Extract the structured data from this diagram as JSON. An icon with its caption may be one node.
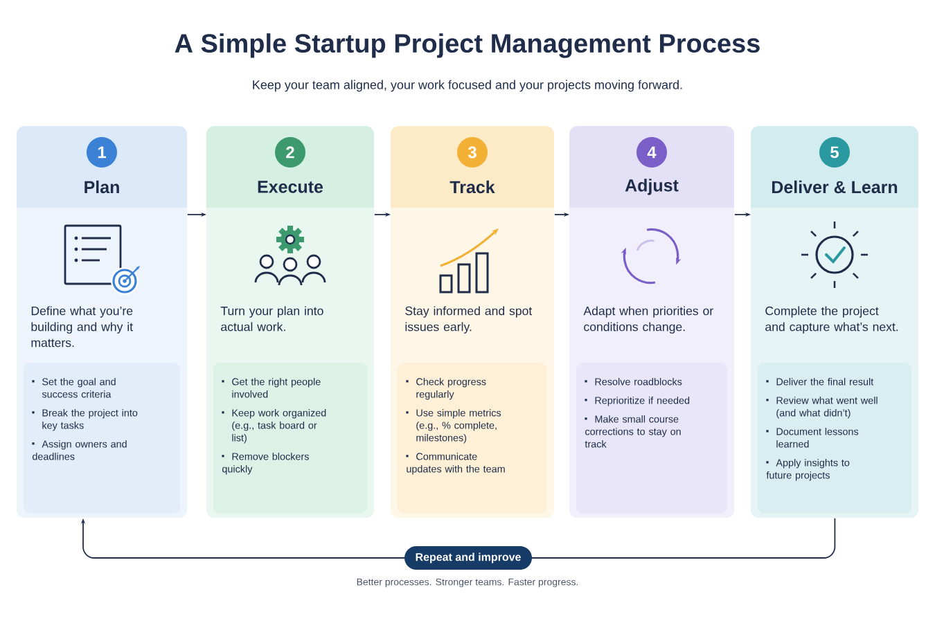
{
  "diagram": {
    "title": "A Simple Startup Project Management Process",
    "nodes": [
      {
        "text": [
          "Plan",
          "Define what you’re building and why it matters."
        ]
      },
      {
        "text": [
          "1"
        ],
        "in": 0
      },
      {
        "text": [
          "Set the goal and success criteria",
          "Break the project into key tasks",
          "Assign owners and deadlines"
        ],
        "in": 0
      },
      {
        "text": [
          "Execute",
          "Turn your plan into actual work."
        ]
      },
      {
        "text": [
          "2"
        ],
        "in": 3
      },
      {
        "text": [
          "Get the right people involved",
          "Keep work organized (e.g., task board or list)",
          "Remove blockers quickly"
        ],
        "in": 3
      },
      {
        "text": [
          "Track",
          "Stay informed and spot issues early."
        ]
      },
      {
        "text": [
          "3"
        ],
        "in": 6
      },
      {
        "text": [
          "Check progress regularly",
          "Use simple metrics (e.g., % complete, milestones)",
          "Communicate updates with the team"
        ],
        "in": 6
      },
      {
        "text": [
          "Adjust",
          "Adapt when priorities or conditions change."
        ]
      },
      {
        "text": [
          "4"
        ],
        "in": 9
      },
      {
        "text": [
          "Resolve roadblocks",
          "Reprioritize if needed",
          "Make small course corrections to stay on track"
        ],
        "in": 9
      },
      {
        "text": [
          "Deliver & Learn",
          "Complete the project and capture what’s next."
        ]
      },
      {
        "text": [
          "5"
        ],
        "in": 12
      },
      {
        "text": [
          "Deliver the final result",
          "Review what went well (and what didn’t)",
          "Document lessons learned",
          "Apply insights to future projects"
        ],
        "in": 12
      }
    ],
    "edges": [
      {
        "from": 0,
        "to": 3,
        "arrow": "to"
      },
      {
        "from": 3,
        "to": 6,
        "arrow": "to"
      },
      {
        "from": 6,
        "to": 9,
        "arrow": "to"
      },
      {
        "from": 9,
        "to": 12,
        "arrow": "to"
      },
      {
        "from": 12,
        "to": 0,
        "arrow": "to",
        "label": "Repeat and improve"
      }
    ],
    "labels": [
      "Keep your team aligned, your work focused and your projects moving forward.",
      "Better processes. Stronger teams. Faster progress."
    ]
  }
}
